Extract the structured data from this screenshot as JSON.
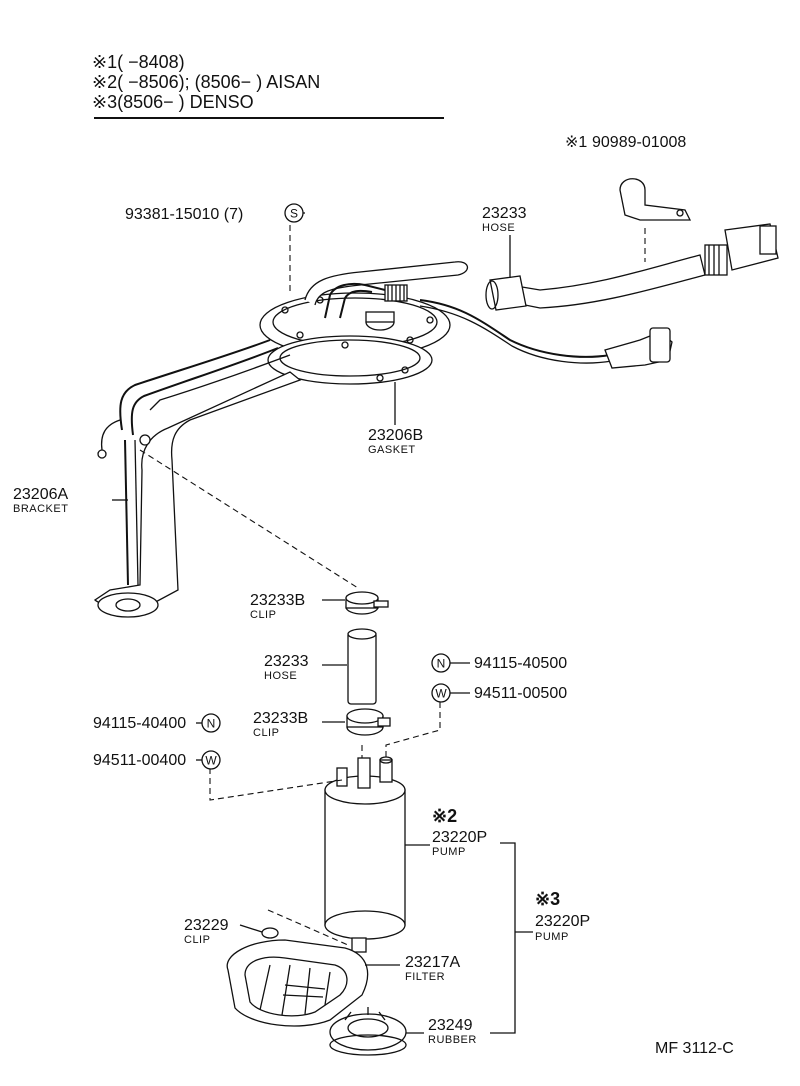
{
  "header": {
    "note1": "※1(     −8408)",
    "note2": "※2(     −8506); (8506−      ) AISAN",
    "note3": "※3(8506−      ) DENSO"
  },
  "parts": {
    "clamp": {
      "mark": "※1",
      "number": "90989-01008"
    },
    "screw": {
      "number": "93381-15010 (7)",
      "symbol": "S"
    },
    "hose_top": {
      "number": "23233",
      "name": "HOSE"
    },
    "gasket": {
      "number": "23206B",
      "name": "GASKET"
    },
    "bracket": {
      "number": "23206A",
      "name": "BRACKET"
    },
    "clip_top": {
      "number": "23233B",
      "name": "CLIP"
    },
    "hose_mid": {
      "number": "23233",
      "name": "HOSE"
    },
    "nut_right": {
      "number": "94115-40500",
      "symbol": "N"
    },
    "washer_right": {
      "number": "94511-00500",
      "symbol": "W"
    },
    "nut_left": {
      "number": "94115-40400",
      "symbol": "N"
    },
    "washer_left": {
      "number": "94511-00400",
      "symbol": "W"
    },
    "clip_mid": {
      "number": "23233B",
      "name": "CLIP"
    },
    "pump_aisan": {
      "mark": "※2",
      "number": "23220P",
      "name": "PUMP"
    },
    "pump_denso": {
      "mark": "※3",
      "number": "23220P",
      "name": "PUMP"
    },
    "clip_small": {
      "number": "23229",
      "name": "CLIP"
    },
    "filter": {
      "number": "23217A",
      "name": "FILTER"
    },
    "rubber": {
      "number": "23249",
      "name": "RUBBER"
    }
  },
  "footer": {
    "code": "MF  3112-C"
  }
}
